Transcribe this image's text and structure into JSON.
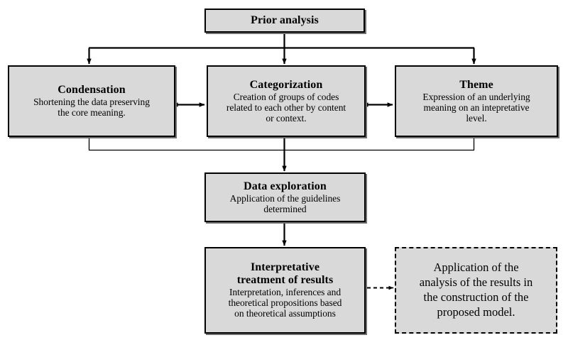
{
  "diagram": {
    "title_hidden": "",
    "style": {
      "node_fill": "#d9d9d9",
      "node_border": "#000000",
      "connector_color": "#000000",
      "background": "#ffffff"
    },
    "nodes": [
      {
        "id": "prior-analysis",
        "title": "Prior analysis",
        "desc": "",
        "border_style": "solid"
      },
      {
        "id": "condensation",
        "title": "Condensation",
        "desc": "Shortening the data preserving the core meaning.",
        "border_style": "solid"
      },
      {
        "id": "categorization",
        "title": "Categorization",
        "desc": "Creation of groups of codes related to each other by content or context.",
        "border_style": "solid"
      },
      {
        "id": "theme",
        "title": "Theme",
        "desc": "Expression of an underlying meaning on an intepretative level.",
        "border_style": "solid"
      },
      {
        "id": "data-exploration",
        "title": "Data exploration",
        "desc": "Application of the guidelines determined",
        "border_style": "solid"
      },
      {
        "id": "interpretative-treatment",
        "title": "Interpretative treatment of results",
        "desc": "Interpretation, inferences and theoretical propositions based on theoretical assumptions",
        "border_style": "solid"
      },
      {
        "id": "application-of-analysis",
        "title": "",
        "desc": "Application of the analysis of the results in the construction of the proposed model.",
        "border_style": "dashed"
      }
    ],
    "node_text": {
      "prior_title": "Prior analysis",
      "condensation_title": "Condensation",
      "condensation_desc_l1": "Shortening the data preserving",
      "condensation_desc_l2": "the core meaning.",
      "categorization_title": "Categorization",
      "categorization_desc_l1": "Creation of groups of codes",
      "categorization_desc_l2": "related to each other by content",
      "categorization_desc_l3": "or context.",
      "theme_title": "Theme",
      "theme_desc_l1": "Expression of an underlying",
      "theme_desc_l2": "meaning on an intepretative",
      "theme_desc_l3": "level.",
      "dataexp_title": "Data exploration",
      "dataexp_desc_l1": "Application of the guidelines",
      "dataexp_desc_l2": "determined",
      "interpretative_title_l1": "Interpretative",
      "interpretative_title_l2": "treatment of results",
      "interpretative_desc_l1": "Interpretation, inferences and",
      "interpretative_desc_l2": "theoretical propositions based",
      "interpretative_desc_l3": "on theoretical assumptions",
      "application_l1": "Application of the",
      "application_l2": "analysis of the results in",
      "application_l3": "the construction of the",
      "application_l4": "proposed model."
    },
    "connectors": [
      {
        "id": "prior-to-branch",
        "from": "prior-analysis",
        "to": "condensation, categorization, theme",
        "style": "solid",
        "arrow": "single"
      },
      {
        "id": "condensation-categorization",
        "from": "condensation",
        "to": "categorization",
        "style": "solid",
        "arrow": "double"
      },
      {
        "id": "categorization-theme",
        "from": "categorization",
        "to": "theme",
        "style": "solid",
        "arrow": "double"
      },
      {
        "id": "branch-to-dataexploration",
        "from": "condensation, categorization, theme",
        "to": "data-exploration",
        "style": "solid",
        "arrow": "single"
      },
      {
        "id": "dataexploration-to-interpretative",
        "from": "data-exploration",
        "to": "interpretative-treatment",
        "style": "solid",
        "arrow": "single"
      },
      {
        "id": "interpretative-to-application",
        "from": "interpretative-treatment",
        "to": "application-of-analysis",
        "style": "dashed",
        "arrow": "single"
      }
    ]
  }
}
